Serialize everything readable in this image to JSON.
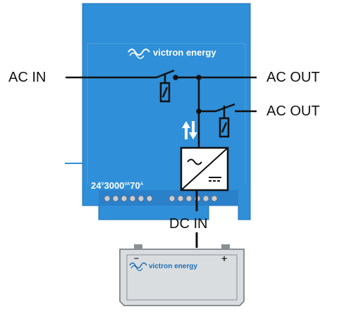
{
  "labels": {
    "ac_in": "AC IN",
    "ac_out_1": "AC OUT",
    "ac_out_2": "AC OUT",
    "dc_in": "DC IN"
  },
  "inverter": {
    "brand": "victron energy",
    "model_voltage": "24",
    "model_voltage_unit": "V",
    "model_power": "3000",
    "model_power_unit": "VA",
    "model_current": "70",
    "model_current_unit": "A"
  },
  "battery": {
    "brand": "victron energy",
    "minus": "−",
    "plus": "+"
  },
  "colors": {
    "inverter_blue": "#2f8fd8",
    "inverter_blue_dark": "#1f76bf",
    "battery_grey": "#d9dde0",
    "line": "#111111"
  }
}
